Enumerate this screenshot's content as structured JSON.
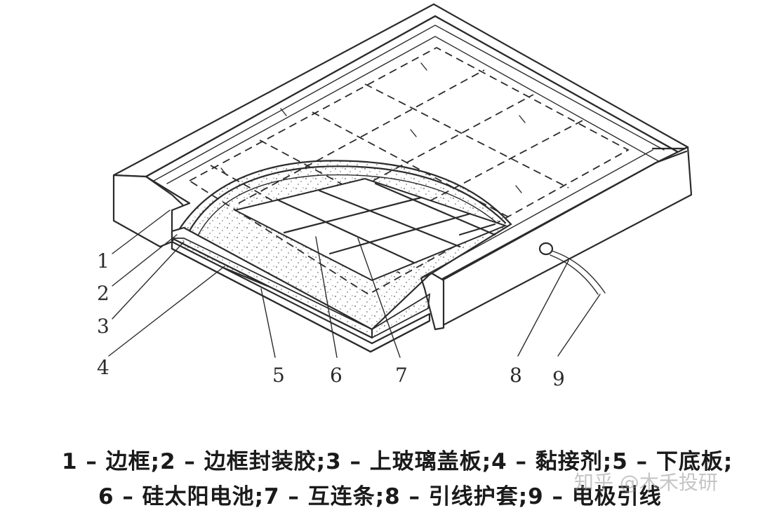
{
  "diagram": {
    "callouts": [
      "1",
      "2",
      "3",
      "4",
      "5",
      "6",
      "7",
      "8",
      "9"
    ]
  },
  "legend": {
    "line1": "1 – 边框;2 – 边框封装胶;3 – 上玻璃盖板;4 – 黏接剂;5 – 下底板;",
    "line2": "6 – 硅太阳电池;7 – 互连条;8 – 引线护套;9 – 电极引线"
  },
  "watermark": "知乎 @木禾投研",
  "colors": {
    "ink": "#2b2b2b",
    "background": "#ffffff"
  }
}
